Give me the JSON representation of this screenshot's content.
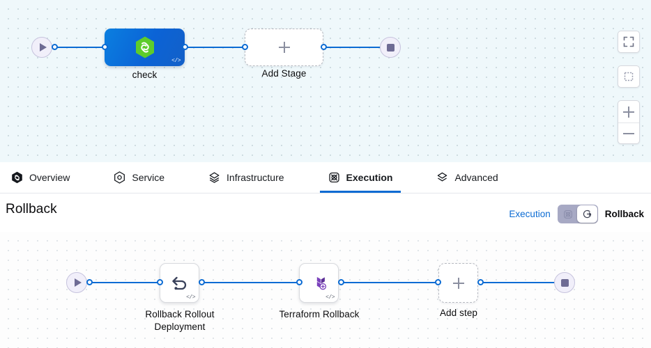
{
  "top_canvas": {
    "start_node": {
      "icon": "play-icon"
    },
    "end_node": {
      "icon": "stop-icon"
    },
    "stages": [
      {
        "label": "check",
        "icon": "harness-hexagon-icon",
        "badge": "</>",
        "type": "stage"
      },
      {
        "label": "Add Stage",
        "icon": "plus-icon",
        "type": "add"
      }
    ],
    "controls": [
      {
        "name": "fullscreen-button",
        "icon": "expand-icon"
      },
      {
        "name": "zoom-to-fit-button",
        "icon": "dashed-square-icon"
      },
      {
        "name": "zoom-in-button",
        "icon": "plus-icon"
      },
      {
        "name": "zoom-out-button",
        "icon": "minus-icon"
      }
    ]
  },
  "tabs": [
    {
      "label": "Overview",
      "icon": "harness-hexagon-icon",
      "active": false
    },
    {
      "label": "Service",
      "icon": "service-hexagon-icon",
      "active": false
    },
    {
      "label": "Infrastructure",
      "icon": "layers-diamond-icon",
      "active": false
    },
    {
      "label": "Execution",
      "icon": "execution-circle-icon",
      "active": true
    },
    {
      "label": "Advanced",
      "icon": "advanced-layers-icon",
      "active": false
    }
  ],
  "rollback_header": {
    "title": "Rollback",
    "toggle": {
      "left_label": "Execution",
      "right_label": "Rollback",
      "selected": "Rollback",
      "left_icon": "execution-circle-icon",
      "right_icon": "rollback-arrow-icon"
    }
  },
  "bottom_canvas": {
    "start_node": {
      "icon": "play-icon"
    },
    "end_node": {
      "icon": "stop-icon"
    },
    "steps": [
      {
        "label": "Rollback Rollout Deployment",
        "icon": "rollback-undo-icon",
        "badge": "</>",
        "type": "step"
      },
      {
        "label": "Terraform Rollback",
        "icon": "terraform-icon",
        "badge": "</>",
        "type": "step"
      },
      {
        "label": "Add step",
        "icon": "plus-icon",
        "type": "add"
      }
    ]
  },
  "colors": {
    "edge_blue": "#0b6bd3",
    "active_tab_blue": "#0b6bd3",
    "stage_blue": "#0b63d6",
    "harness_green": "#5ecc2b",
    "terraform_purple": "#7b42bc",
    "canvas_top_bg": "#eff8fb",
    "canvas_bottom_bg": "#fdfdfd"
  }
}
